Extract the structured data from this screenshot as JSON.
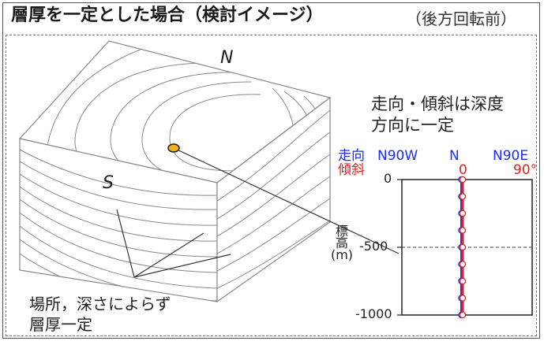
{
  "title": "層厚を一定とした場合（検討イメージ）",
  "subtitle": "（後方回転前）",
  "block": {
    "label_north": "N",
    "label_south": "S"
  },
  "note": {
    "line1": "走向・傾斜は深度",
    "line2": "方向に一定"
  },
  "caption": {
    "line1": "場所，深さによらず",
    "line2": "層厚一定"
  },
  "plot": {
    "legend_strike": "走向",
    "legend_dip": "傾斜",
    "strike_left": "N90W",
    "strike_center": "N",
    "strike_right": "N90E",
    "dip_left": "0",
    "dip_right": "90°",
    "y_axis_label": "標高(m)",
    "y_ticks": [
      "0",
      "-500",
      "-1000"
    ],
    "colors": {
      "strike": "#1a2cff",
      "dip": "#e8211e"
    }
  },
  "chart_data": {
    "type": "line",
    "xlabel": "",
    "ylabel": "標高(m)",
    "ylim": [
      -1000,
      0
    ],
    "y": [
      0,
      -125,
      -250,
      -375,
      -500,
      -625,
      -750,
      -875,
      -1000
    ],
    "series": [
      {
        "name": "走向",
        "x_label": "N",
        "values": [
          0,
          0,
          0,
          0,
          0,
          0,
          0,
          0,
          0
        ]
      },
      {
        "name": "傾斜",
        "x_label": "0",
        "values": [
          0,
          0,
          0,
          0,
          0,
          0,
          0,
          0,
          0
        ]
      }
    ]
  }
}
